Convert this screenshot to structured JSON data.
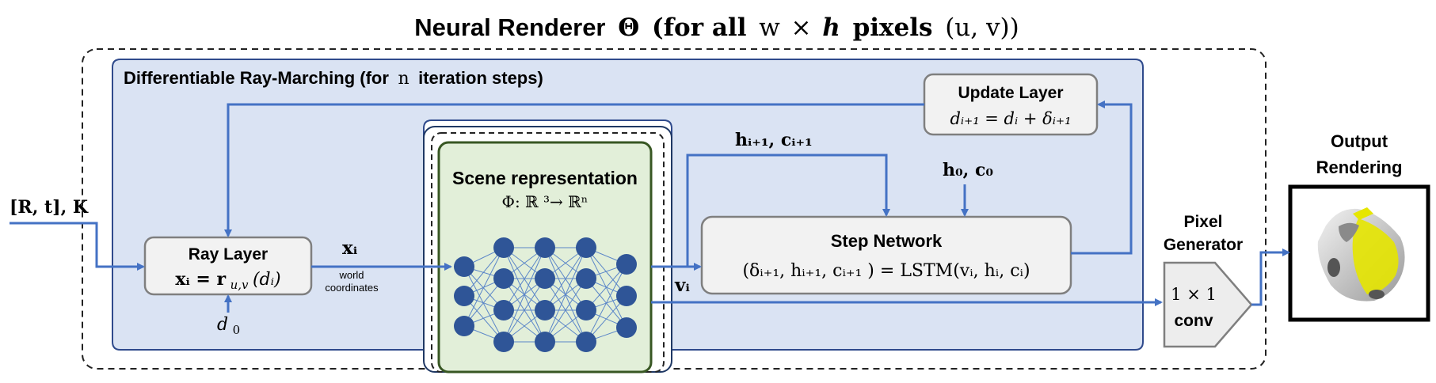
{
  "title": {
    "main": "Neural Renderer",
    "theta": "Θ",
    "paren": "(for all",
    "w": "w",
    "times": "×",
    "h": "h",
    "pixels": "pixels",
    "uv": "(u, v))"
  },
  "ray_marching": {
    "label": "Differentiable Ray-Marching (for",
    "n": "n",
    "label_end": "iteration steps)"
  },
  "input": {
    "label": "[R, t], K"
  },
  "ray_layer": {
    "title": "Ray Layer",
    "formula_lhs": "xᵢ = ",
    "formula_r": "r",
    "formula_sub": "u,v",
    "formula_arg": "(dᵢ)"
  },
  "d0": {
    "d": "d",
    "sub": "0"
  },
  "xi": {
    "label": "xᵢ",
    "caption_line1": "world",
    "caption_line2": "coordinates"
  },
  "scene": {
    "title": "Scene representation",
    "formula": "Φ: ℝ ³→  ℝⁿ"
  },
  "vi": {
    "label": "vᵢ"
  },
  "step_network": {
    "title": "Step Network",
    "formula": "(δᵢ₊₁, hᵢ₊₁, cᵢ₊₁ ) = LSTM(vᵢ, hᵢ, cᵢ)"
  },
  "h_next": {
    "label": "hᵢ₊₁, cᵢ₊₁"
  },
  "h0": {
    "label": "h₀, c₀"
  },
  "update_layer": {
    "title": "Update Layer",
    "formula": "dᵢ₊₁  = dᵢ + δᵢ₊₁"
  },
  "pixel_generator": {
    "line1": "Pixel",
    "line2": "Generator",
    "conv_line1": "1 × 1",
    "conv_line2": "conv"
  },
  "output": {
    "line1": "Output",
    "line2": "Rendering"
  },
  "colors": {
    "arrow": "#4472c4",
    "ray_bg": "#dae3f3",
    "ray_border": "#2f4a8c",
    "box_fill": "#f2f2f2",
    "box_border": "#7f7f7f",
    "scene_fill": "#e2efd9",
    "scene_border": "#385723",
    "neuron": "#2f5597",
    "conv_fill": "#ededed",
    "car_body": "#c8c8c8",
    "car_accent": "#e6e600"
  }
}
